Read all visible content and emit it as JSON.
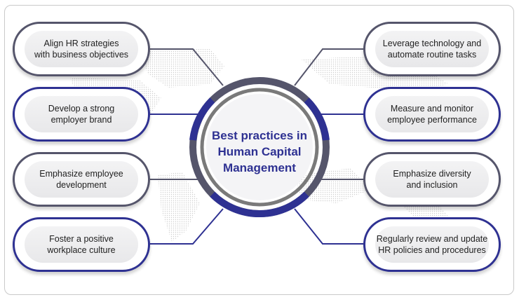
{
  "diagram": {
    "center": {
      "title": "Best practices in\nHuman Capital\nManagement"
    },
    "left_items": [
      {
        "label": "Align HR strategies\nwith business objectives",
        "color": "gray"
      },
      {
        "label": "Develop a strong\nemployer brand",
        "color": "blue"
      },
      {
        "label": "Emphasize employee\ndevelopment",
        "color": "gray"
      },
      {
        "label": "Foster a positive\nworkplace culture",
        "color": "blue"
      }
    ],
    "right_items": [
      {
        "label": "Leverage technology and\nautomate routine tasks",
        "color": "gray"
      },
      {
        "label": "Measure and monitor\nemployee performance",
        "color": "blue"
      },
      {
        "label": "Emphasize diversity\nand inclusion",
        "color": "gray"
      },
      {
        "label": "Regularly review and update\nHR policies and procedures",
        "color": "blue"
      }
    ],
    "colors": {
      "blue": "#2e3192",
      "gray": "#55556b",
      "inner_ring": "#7a7a7a"
    }
  }
}
